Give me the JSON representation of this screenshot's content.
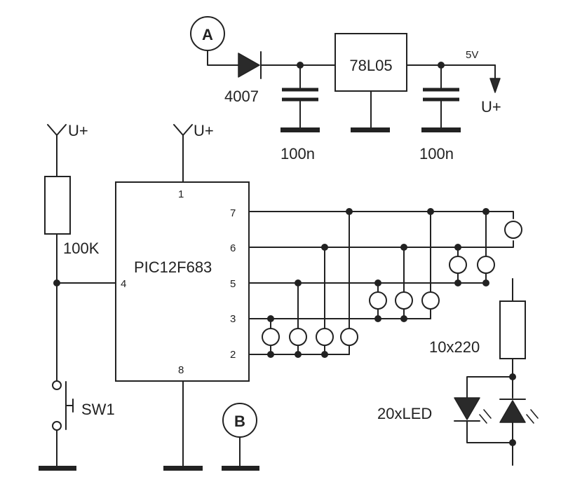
{
  "nodes": {
    "a": "A",
    "b": "B"
  },
  "power": {
    "supply_left": "U+",
    "supply_mcu": "U+",
    "supply_regulator_out": "U+",
    "regulator_out_voltage": "5V"
  },
  "components": {
    "diode": "4007",
    "regulator": "78L05",
    "cap_in": "100n",
    "cap_out": "100n",
    "pullup_resistor": "100K",
    "mcu": "PIC12F683",
    "switch": "SW1",
    "led_resistors": "10x220",
    "leds": "20xLED"
  },
  "mcu_pins": {
    "vdd": "1",
    "gp4": "4",
    "vss": "8",
    "gp0": "7",
    "gp1": "6",
    "gp2": "5",
    "gp4b": "3",
    "gp5": "2"
  }
}
